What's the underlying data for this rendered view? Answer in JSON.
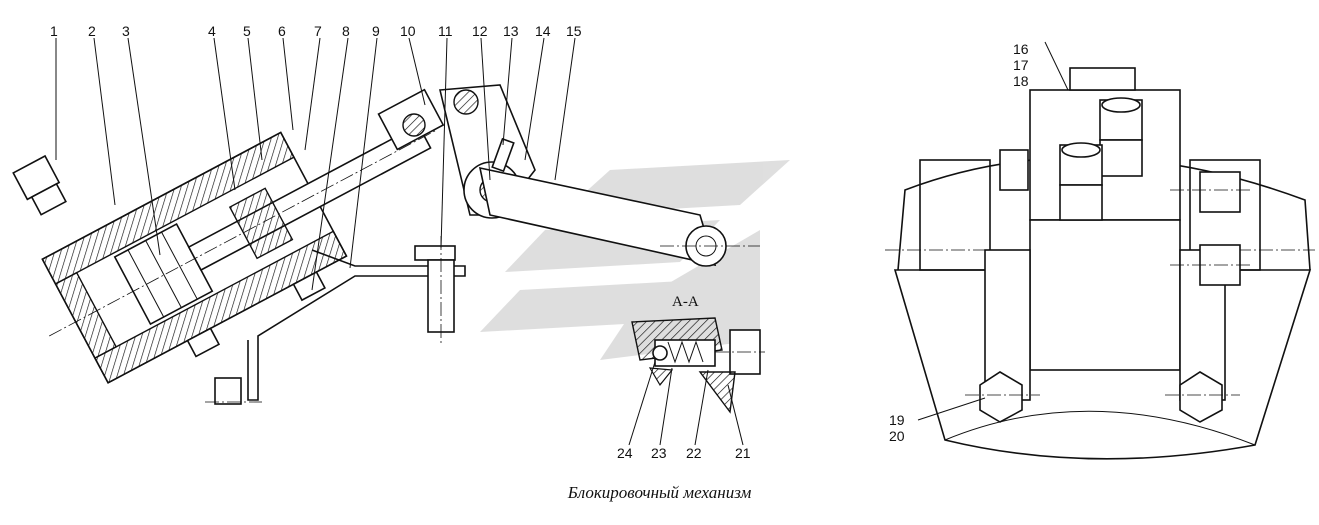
{
  "caption": "Блокировочный механизм",
  "section_label": "А-А",
  "callouts": {
    "c1": "1",
    "c2": "2",
    "c3": "3",
    "c4": "4",
    "c5": "5",
    "c6": "6",
    "c7": "7",
    "c8": "8",
    "c9": "9",
    "c10": "10",
    "c11": "11",
    "c12": "12",
    "c13": "13",
    "c14": "14",
    "c15": "15",
    "c16": "16",
    "c17": "17",
    "c18": "18",
    "c19": "19",
    "c20": "20",
    "c21": "21",
    "c22": "22",
    "c23": "23",
    "c24": "24"
  },
  "colors": {
    "ink": "#111111",
    "watermark": "#d9d9d9"
  }
}
